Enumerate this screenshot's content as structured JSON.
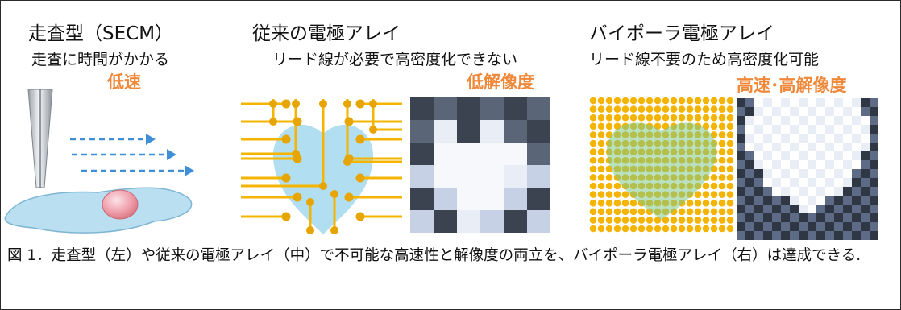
{
  "panels": [
    {
      "title": "走査型（SECM）",
      "subtitle": "走査に時間がかかる",
      "highlight": "低速"
    },
    {
      "title": "従来の電極アレイ",
      "subtitle": "リード線が必要で高密度化できない",
      "highlight": "低解像度"
    },
    {
      "title": "バイポーラ電極アレイ",
      "subtitle": "リード線不要のため高密度化可能",
      "highlight": "高速･高解像度"
    }
  ],
  "caption": "図 1．走査型（左）や従来の電極アレイ（中）で不可能な高速性と解像度の両立を、バイポーラ電極アレイ（右）は達成できる.",
  "colors": {
    "accent_orange": "#f0883a",
    "electrode_yellow": "#f5b400",
    "heart_blue": "#a8dbef",
    "heart_green": "#8fc98a",
    "pixel_dark": "#3b4350",
    "pixel_mid": "#94a3c0",
    "pixel_light": "#e8edf6",
    "probe_gray": "#c8ccd1",
    "cell_blue": "#b9dff0",
    "nucleus_pink": "#ee9aa6",
    "arrow_blue": "#3f8fd8"
  }
}
